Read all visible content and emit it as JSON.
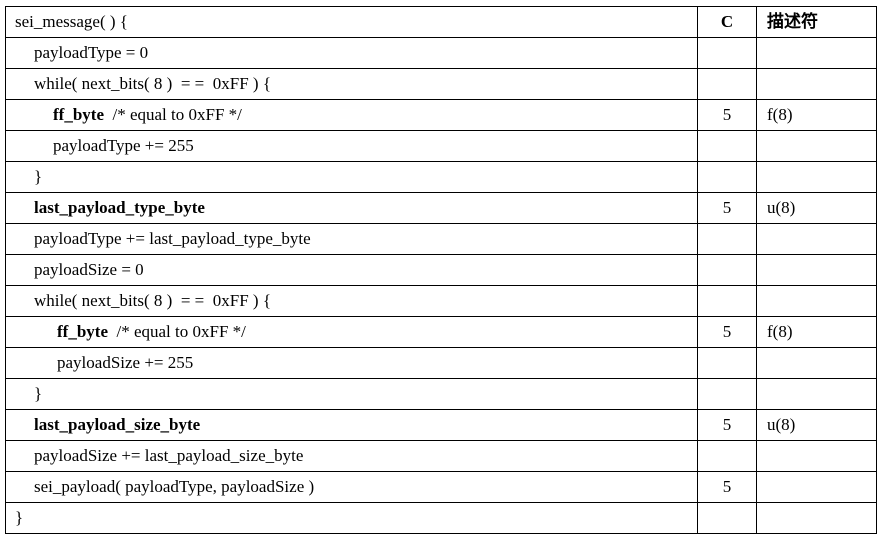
{
  "header": {
    "syntax": "sei_message( ) {",
    "c": "C",
    "descriptor": "描述符"
  },
  "rows": [
    {
      "bold": "",
      "text": "payloadType = 0",
      "c": "",
      "d": ""
    },
    {
      "bold": "",
      "text": "while( next_bits( 8 )  = =  0xFF ) {",
      "c": "",
      "d": ""
    },
    {
      "bold": "ff_byte",
      "text": "  /* equal to 0xFF */",
      "c": "5",
      "d": "f(8)"
    },
    {
      "bold": "",
      "text": "payloadType += 255",
      "c": "",
      "d": ""
    },
    {
      "bold": "",
      "text": "}",
      "c": "",
      "d": ""
    },
    {
      "bold": "last_payload_type_byte",
      "text": "",
      "c": "5",
      "d": "u(8)"
    },
    {
      "bold": "",
      "text": "payloadType += last_payload_type_byte",
      "c": "",
      "d": ""
    },
    {
      "bold": "",
      "text": "payloadSize = 0",
      "c": "",
      "d": ""
    },
    {
      "bold": "",
      "text": "while( next_bits( 8 )  = =  0xFF ) {",
      "c": "",
      "d": ""
    },
    {
      "bold": "ff_byte",
      "text": "  /* equal to 0xFF */",
      "c": "5",
      "d": "f(8)"
    },
    {
      "bold": "",
      "text": "payloadSize += 255",
      "c": "",
      "d": ""
    },
    {
      "bold": "",
      "text": "}",
      "c": "",
      "d": ""
    },
    {
      "bold": "last_payload_size_byte",
      "text": "",
      "c": "5",
      "d": "u(8)"
    },
    {
      "bold": "",
      "text": "payloadSize += last_payload_size_byte",
      "c": "",
      "d": ""
    },
    {
      "bold": "",
      "text": "sei_payload( payloadType, payloadSize )",
      "c": "5",
      "d": ""
    },
    {
      "bold": "",
      "text": "}",
      "c": "",
      "d": ""
    }
  ]
}
